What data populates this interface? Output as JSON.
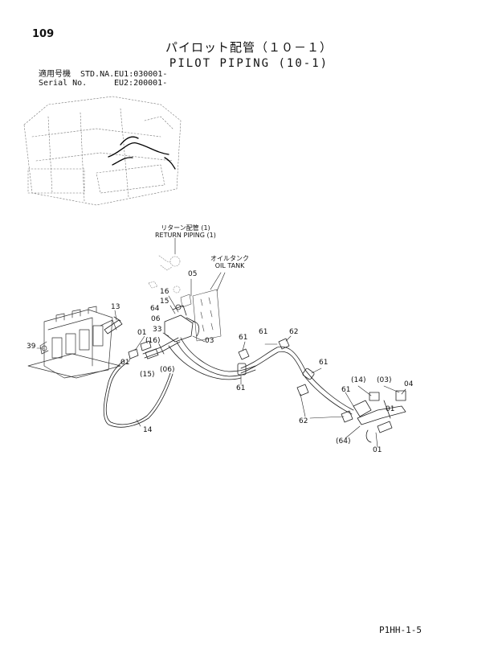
{
  "page_number": "109",
  "title_jp": "パイロット配管（１０－１）",
  "title_en": "PILOT PIPING (10-1)",
  "applicability": {
    "label_jp": "適用号機",
    "label_en": "Serial No.",
    "line1": "STD.NA.EU1:030001-",
    "line2": "EU2:200001-"
  },
  "notes": {
    "return_piping_jp": "リターン配管 (1)",
    "return_piping_en": "RETURN PIPING (1)",
    "oil_tank_jp": "オイルタンク",
    "oil_tank_en": "OIL TANK"
  },
  "callouts": [
    {
      "id": "13",
      "text": "13"
    },
    {
      "id": "39",
      "text": "39"
    },
    {
      "id": "01a",
      "text": "01"
    },
    {
      "id": "16p",
      "text": "(16)"
    },
    {
      "id": "01b",
      "text": "01"
    },
    {
      "id": "15p",
      "text": "(15)"
    },
    {
      "id": "06p",
      "text": "(06)"
    },
    {
      "id": "33",
      "text": "33"
    },
    {
      "id": "06",
      "text": "06"
    },
    {
      "id": "64",
      "text": "64"
    },
    {
      "id": "15",
      "text": "15"
    },
    {
      "id": "16",
      "text": "16"
    },
    {
      "id": "05",
      "text": "05"
    },
    {
      "id": "03",
      "text": "03"
    },
    {
      "id": "61a",
      "text": "61"
    },
    {
      "id": "61b",
      "text": "61"
    },
    {
      "id": "62a",
      "text": "62"
    },
    {
      "id": "61c",
      "text": "61"
    },
    {
      "id": "61d",
      "text": "61"
    },
    {
      "id": "61e",
      "text": "61"
    },
    {
      "id": "14p",
      "text": "(14)"
    },
    {
      "id": "03p",
      "text": "(03)"
    },
    {
      "id": "04",
      "text": "04"
    },
    {
      "id": "01c",
      "text": "01"
    },
    {
      "id": "62b",
      "text": "62"
    },
    {
      "id": "64p",
      "text": "(64)"
    },
    {
      "id": "01d",
      "text": "01"
    },
    {
      "id": "14",
      "text": "14"
    }
  ],
  "footer_code": "P1HH-1-5"
}
